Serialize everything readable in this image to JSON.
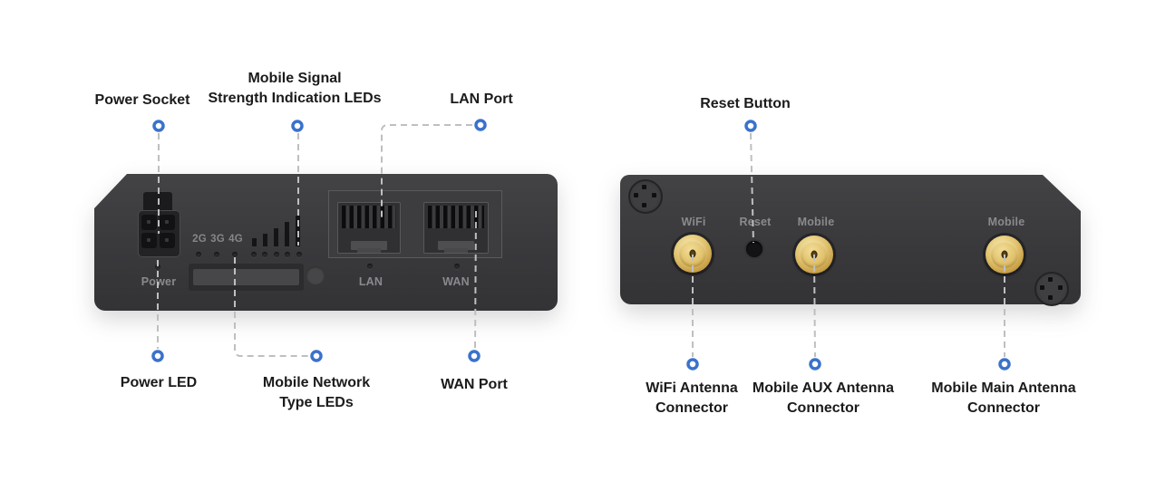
{
  "left_panel": {
    "printed": {
      "signal_2g": "2G",
      "signal_3g": "3G",
      "signal_4g": "4G",
      "power": "Power",
      "lan": "LAN",
      "wan": "WAN"
    },
    "callouts": {
      "power_socket": {
        "lines": [
          "Power Socket"
        ]
      },
      "mobile_signal_leds": {
        "lines": [
          "Mobile Signal",
          "Strength Indication LEDs"
        ]
      },
      "lan_port": {
        "lines": [
          "LAN Port"
        ]
      },
      "power_led": {
        "lines": [
          "Power LED"
        ]
      },
      "mobile_network_leds": {
        "lines": [
          "Mobile Network",
          "Type LEDs"
        ]
      },
      "wan_port": {
        "lines": [
          "WAN Port"
        ]
      }
    }
  },
  "right_panel": {
    "printed": {
      "wifi": "WiFi",
      "reset": "Reset",
      "mobile_aux": "Mobile",
      "mobile_main": "Mobile"
    },
    "callouts": {
      "reset_button": {
        "lines": [
          "Reset Button"
        ]
      },
      "wifi_antenna": {
        "lines": [
          "WiFi Antenna",
          "Connector"
        ]
      },
      "mobile_aux_antenna": {
        "lines": [
          "Mobile AUX Antenna",
          "Connector"
        ]
      },
      "mobile_main_antenna": {
        "lines": [
          "Mobile Main Antenna",
          "Connector"
        ]
      }
    }
  },
  "colors": {
    "marker_blue": "#3a72cb",
    "leader_gray": "#bfbfc1",
    "device_body": "#3b3b3e",
    "connector_gold": "#dcba60",
    "label_text": "#1b1b1d",
    "printed_text": "#8a8a8e"
  }
}
